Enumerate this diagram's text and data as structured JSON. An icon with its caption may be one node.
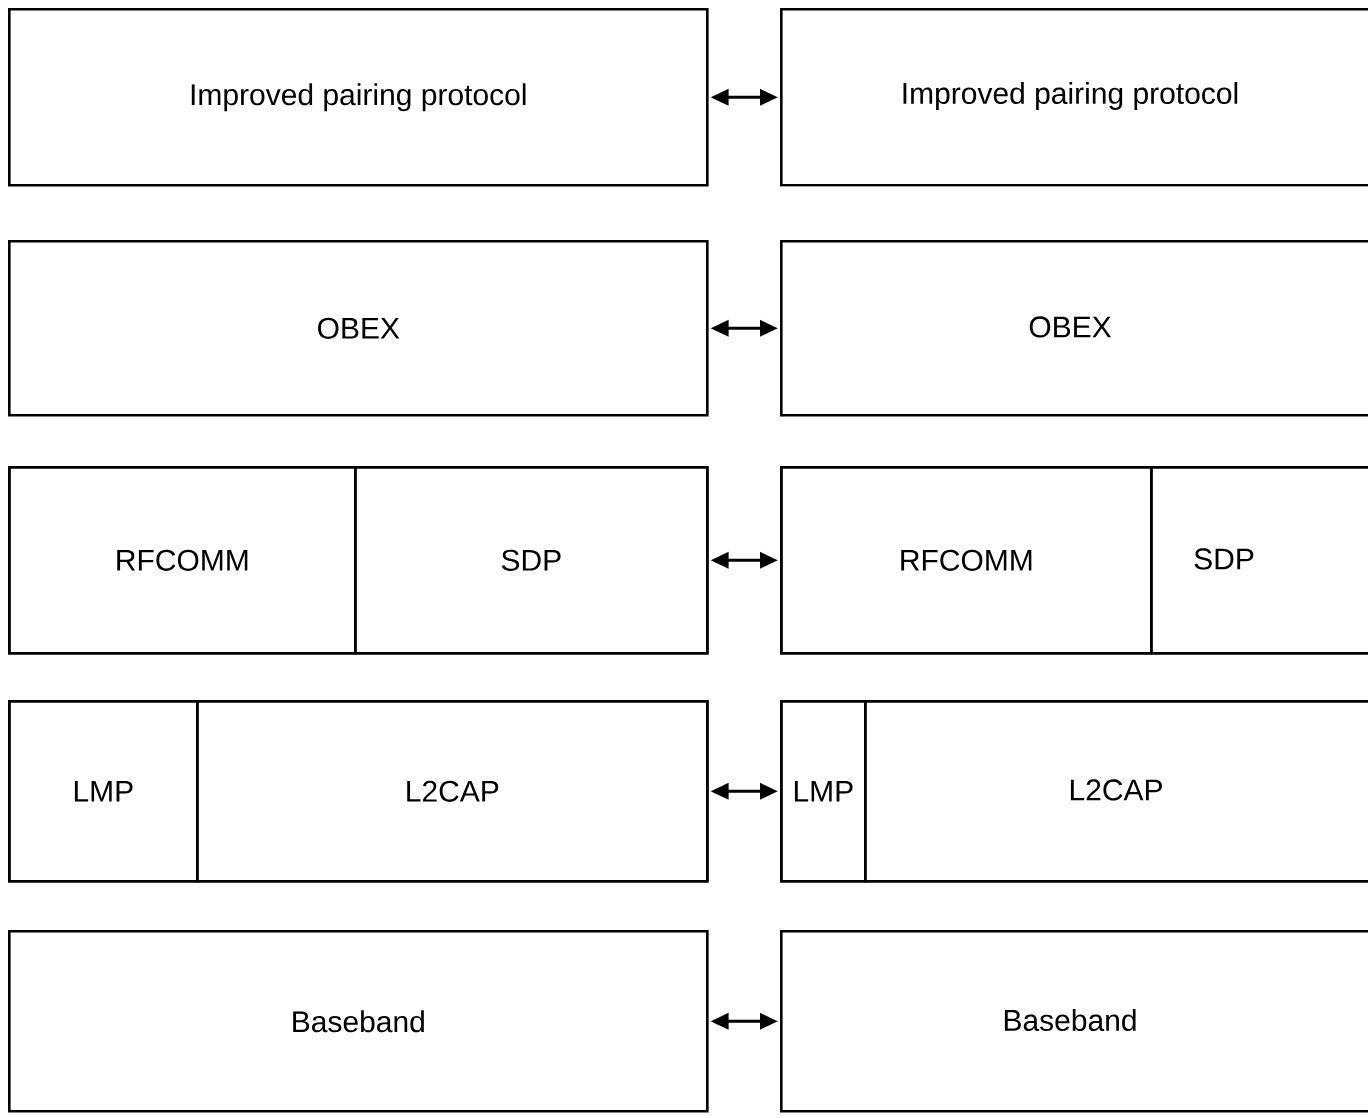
{
  "diagram": {
    "nodes": [
      {
        "text": [
          "Improved pairing protocol"
        ]
      },
      {
        "text": [
          "Improved pairing protocol"
        ]
      },
      {
        "text": [
          "OBEX"
        ]
      },
      {
        "text": [
          "OBEX"
        ]
      },
      {
        "text": [],
        "shape": "box"
      },
      {
        "text": [
          "RFCOMM"
        ],
        "in": 4
      },
      {
        "text": [
          "SDP"
        ],
        "in": 4
      },
      {
        "text": [],
        "shape": "box"
      },
      {
        "text": [
          "RFCOMM"
        ],
        "in": 7
      },
      {
        "text": [
          "SDP"
        ],
        "in": 7
      },
      {
        "text": [],
        "shape": "box"
      },
      {
        "text": [
          "LMP"
        ],
        "in": 10
      },
      {
        "text": [
          "L2CAP"
        ],
        "in": 10
      },
      {
        "text": [],
        "shape": "box"
      },
      {
        "text": [
          "LMP"
        ],
        "in": 13
      },
      {
        "text": [
          "L2CAP"
        ],
        "in": 13
      },
      {
        "text": [
          "Baseband"
        ]
      },
      {
        "text": [
          "Baseband"
        ]
      }
    ],
    "edges": [
      {
        "from": 0,
        "to": 1,
        "arrow": "both"
      },
      {
        "from": 2,
        "to": 3,
        "arrow": "both"
      },
      {
        "from": 4,
        "to": 7,
        "arrow": "both"
      },
      {
        "from": 10,
        "to": 13,
        "arrow": "both"
      },
      {
        "from": 16,
        "to": 17,
        "arrow": "both"
      }
    ]
  }
}
